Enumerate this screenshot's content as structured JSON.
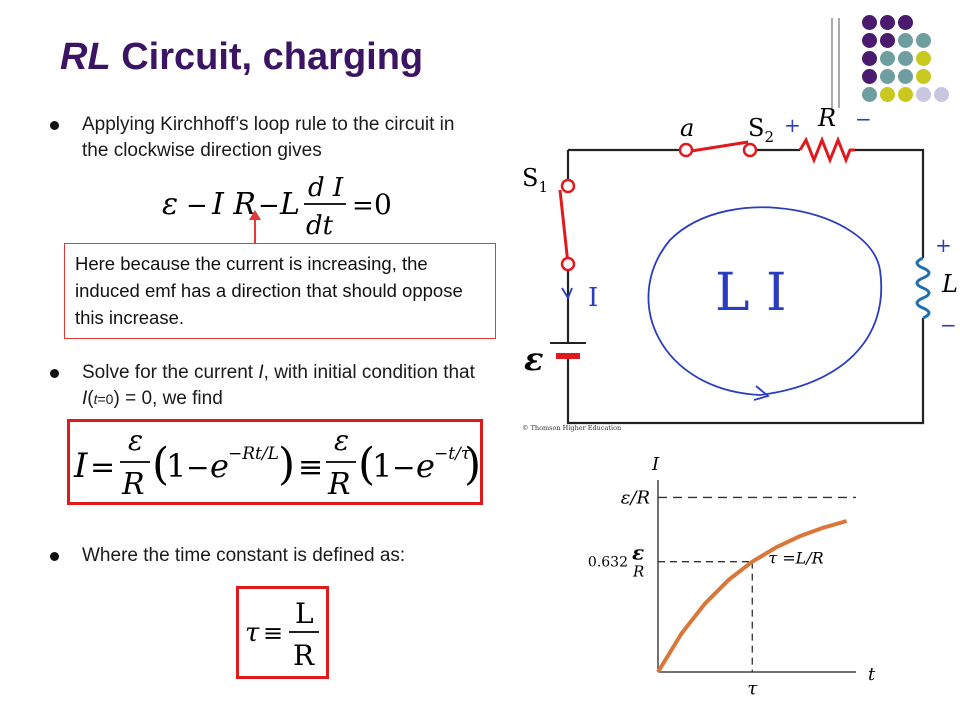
{
  "slide": {
    "title_italic": "RL",
    "title_rest": " Circuit, charging",
    "bullet1": "Applying Kirchhoff’s loop rule to the circuit in the clockwise direction gives",
    "note": "Here because the current is increasing, the induced emf has a direction that should oppose this increase.",
    "bullet2_a": "Solve for the current ",
    "bullet2_i": "I",
    "bullet2_b": ", with initial condition that ",
    "bullet2_c": "I",
    "bullet2_d": "(",
    "bullet2_t": "t",
    "bullet2_e": "=0",
    "bullet2_f": ") = 0, we find",
    "bullet3": "Where the time constant is defined as:"
  },
  "circuit": {
    "s1": "S",
    "s1_sub": "1",
    "s2": "S",
    "s2_sub": "2",
    "a": "a",
    "r": "R",
    "l": "L",
    "emf": "ε",
    "copyright": "© Thomson Higher Education",
    "hand_plus1": "+",
    "hand_minus1": "−",
    "hand_plus2": "+",
    "hand_minus2": "−",
    "hand_I": "I",
    "hand_LI": "L I"
  },
  "colors": {
    "title": "#3b1464",
    "accent_red": "#e0191d",
    "curve": "#d9773a",
    "ink_blue": "#2a3cc0",
    "dot_purple": "#4a1a6e",
    "dot_teal": "#6f9ea0",
    "dot_lime": "#c8c81e",
    "dot_lavender": "#c9c7e0"
  },
  "chart_data": {
    "type": "line",
    "title": "",
    "xlabel": "t",
    "ylabel": "I",
    "x": [
      0,
      0.25,
      0.5,
      0.75,
      1.0,
      1.25,
      1.5,
      1.75,
      2.0
    ],
    "values": [
      0,
      0.221,
      0.393,
      0.528,
      0.632,
      0.713,
      0.777,
      0.826,
      0.865
    ],
    "ylim": [
      0,
      1.1
    ],
    "xlim": [
      0,
      2.1
    ],
    "tick_labels": {
      "y_top": "ε/R",
      "y_mid_value": "0.632",
      "y_mid_frac_num": "ε",
      "y_mid_frac_den": "R",
      "x_tau": "τ"
    },
    "annotation": "τ =L/R",
    "grid": false
  }
}
